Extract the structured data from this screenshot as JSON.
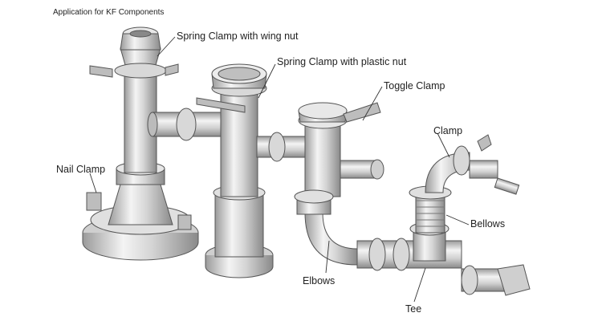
{
  "title": "Application for KF Components",
  "labels": {
    "spring_wing": "Spring Clamp with wing nut",
    "spring_plastic": "Spring Clamp with plastic nut",
    "toggle": "Toggle Clamp",
    "clamp": "Clamp",
    "nail": "Nail Clamp",
    "bellows": "Bellows",
    "elbows": "Elbows",
    "tee": "Tee"
  },
  "colors": {
    "metal_light": "#f2f2f2",
    "metal_mid": "#c9c9c9",
    "metal_dark": "#8f8f8f",
    "outline": "#555555"
  }
}
